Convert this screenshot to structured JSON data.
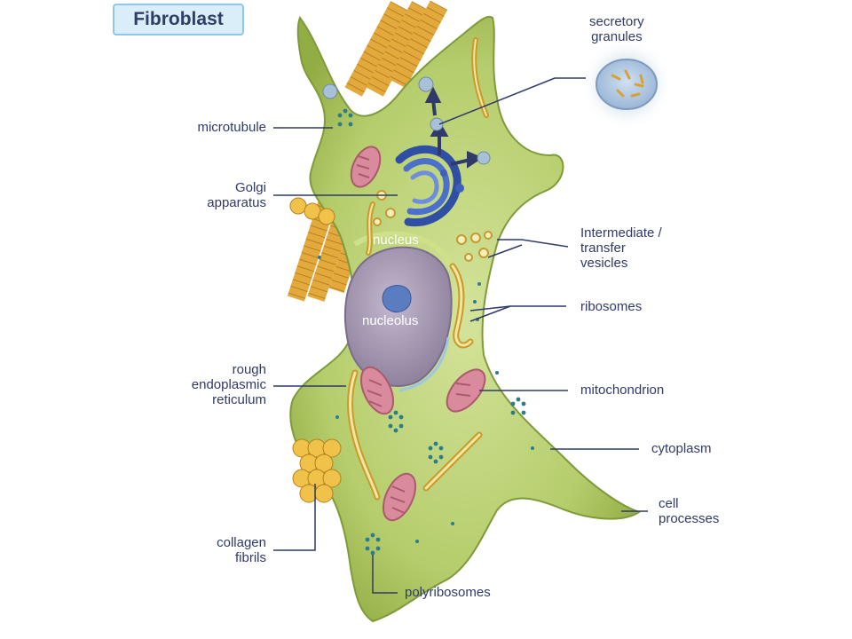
{
  "title": "Fibroblast",
  "labels": {
    "secretory_granules": "secretory\ngranules",
    "microtubule": "microtubule",
    "golgi": "Golgi\napparatus",
    "vesicles": "Intermediate /\ntransfer\nvesicles",
    "ribosomes": "ribosomes",
    "nucleus": "nucleus",
    "nucleolus": "nucleolus",
    "rer": "rough\nendoplasmic\nreticulum",
    "mitochondrion": "mitochondrion",
    "cytoplasm": "cytoplasm",
    "cell_processes": "cell\nprocesses",
    "collagen": "collagen\nfibrils",
    "polyribosomes": "polyribosomes"
  },
  "colors": {
    "cytoplasm": "#b9cf74",
    "cell_edge": "#7f9a3a",
    "nucleus": "#a69ab3",
    "nucleolus": "#5a7cc0",
    "golgi": "#3f5fb8",
    "mitochondrion": "#d98a9c",
    "collagen": "#e0a83a",
    "leader_line": "#2f3a68"
  }
}
